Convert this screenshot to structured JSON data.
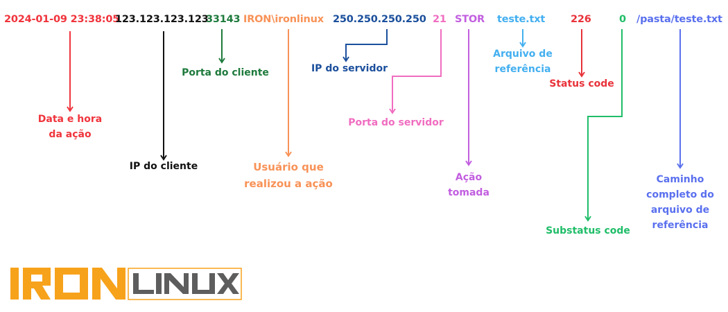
{
  "log_line": {
    "tokens": [
      {
        "id": "datetime",
        "text": "2024-01-09 23:38:05",
        "color": "#f0343c"
      },
      {
        "id": "client_ip",
        "text": "123.123.123.123",
        "color": "#111111"
      },
      {
        "id": "client_port",
        "text": "33143",
        "color": "#1e7a3c"
      },
      {
        "id": "user",
        "text": "IRON\\ironlinux",
        "color": "#f89257"
      },
      {
        "id": "server_ip",
        "text": "250.250.250.250",
        "color": "#1b4f9c"
      },
      {
        "id": "server_port",
        "text": "21",
        "color": "#f06dc0"
      },
      {
        "id": "action",
        "text": "STOR",
        "color": "#c25ee0"
      },
      {
        "id": "file",
        "text": "teste.txt",
        "color": "#43aff0"
      },
      {
        "id": "status",
        "text": "226",
        "color": "#e8323a"
      },
      {
        "id": "substatus",
        "text": "0",
        "color": "#1fbd68"
      },
      {
        "id": "path",
        "text": "/pasta/teste.txt",
        "color": "#5a70ee"
      }
    ]
  },
  "labels": {
    "datetime": [
      "Data e hora",
      "da ação"
    ],
    "client_ip": [
      "IP do cliente"
    ],
    "client_port": [
      "Porta do cliente"
    ],
    "user": [
      "Usuário que",
      "realizou a ação"
    ],
    "server_ip": [
      "IP do servidor"
    ],
    "server_port": [
      "Porta do servidor"
    ],
    "action": [
      "Ação",
      "tomada"
    ],
    "file": [
      "Arquivo de",
      "referência"
    ],
    "status": [
      "Status code"
    ],
    "substatus": [
      "Substatus code"
    ],
    "path": [
      "Caminho",
      "completo do",
      "arquivo de",
      "referência"
    ]
  },
  "logo": {
    "part1": "IRON",
    "part2": "LINUX",
    "color1": "#f7a21b",
    "color2": "#5d5d5d",
    "border_color": "#f7a21b"
  }
}
